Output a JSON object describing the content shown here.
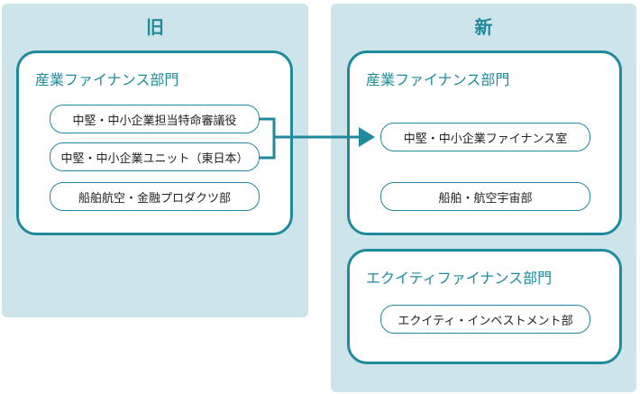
{
  "colors": {
    "panel_bg": "#cde4ea",
    "accent": "#1e8a9c",
    "text": "#222222"
  },
  "old": {
    "title": "旧",
    "dept": {
      "name": "産業ファイナンス部門",
      "units": [
        "中堅・中小企業担当特命審議役",
        "中堅・中小企業ユニット（東日本）",
        "船舶航空・金融プロダクツ部"
      ]
    }
  },
  "new": {
    "title": "新",
    "depts": [
      {
        "name": "産業ファイナンス部門",
        "units": [
          "中堅・中小企業ファイナンス室",
          "船舶・航空宇宙部"
        ]
      },
      {
        "name": "エクイティファイナンス部門",
        "units": [
          "エクイティ・インベストメント部"
        ]
      }
    ]
  }
}
